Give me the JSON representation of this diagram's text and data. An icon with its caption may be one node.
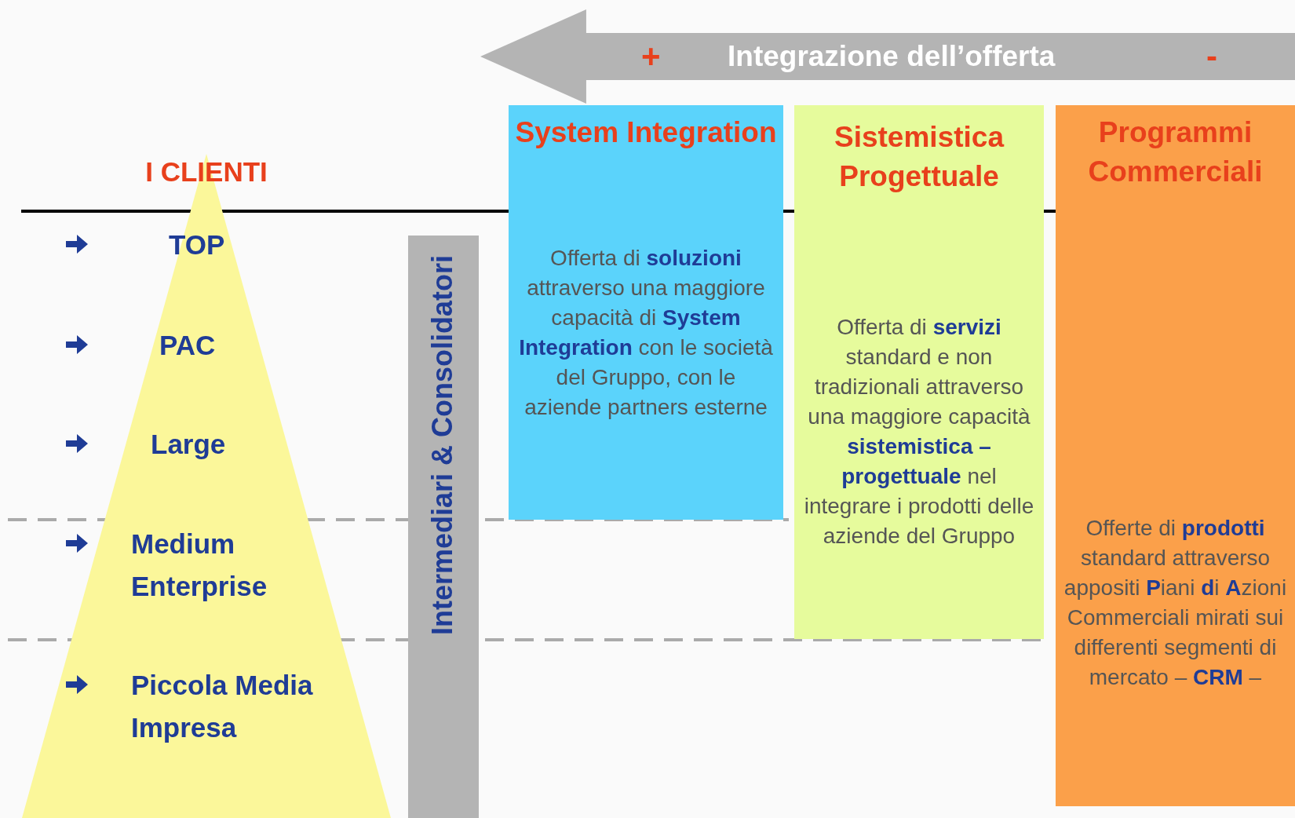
{
  "diagram": {
    "nodes": [
      {
        "text": [
          "+",
          "Integrazione dell’offerta",
          "-"
        ]
      },
      {
        "text": [
          "I CLIENTI"
        ]
      },
      {
        "text": [
          "Intermediari & Consolidatori"
        ]
      },
      {
        "text": [
          "System Integration",
          "Offerta di **soluzioni** attraverso una maggiore capacità di **System Integration** con le società del Gruppo, con le aziende partners esterne"
        ]
      },
      {
        "text": [
          "Sistemistica Progettuale",
          "Offerta di **servizi** standard e non tradizionali attraverso una maggiore capacità **sistemistica – progettuale** nel integrare i prodotti delle aziende del Gruppo"
        ]
      },
      {
        "text": [
          "Programmi Commerciali",
          "Offerte di **prodotti** standard attraverso appositi **P**iani **d**i **A**zioni Commerciali mirati sui differenti segmenti di mercato – **CRM** –"
        ]
      }
    ],
    "edges": [],
    "labels": [
      "TOP",
      "PAC",
      "Large",
      "Medium Enterprise",
      "Piccola Media Impresa"
    ]
  }
}
